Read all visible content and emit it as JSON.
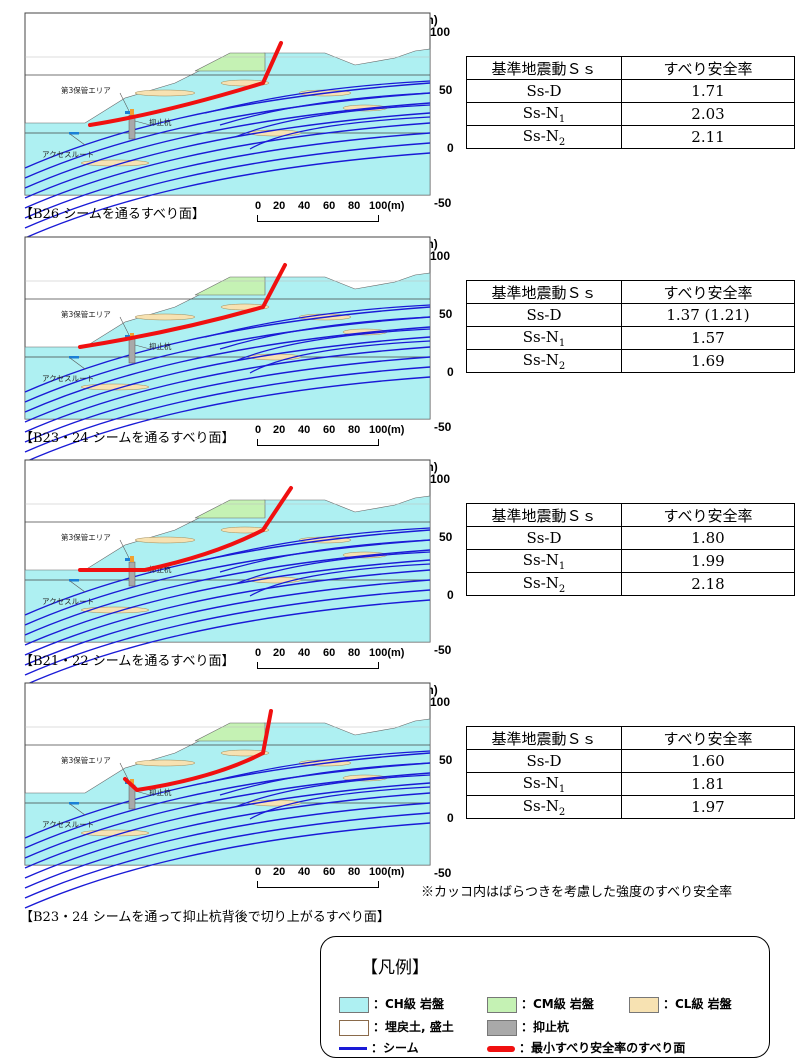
{
  "axis": {
    "unit": "T.P.(m)",
    "ticks": [
      "100",
      "50",
      "0",
      "-50"
    ]
  },
  "scale_bar": {
    "ticks": [
      "0",
      "20",
      "40",
      "60",
      "80",
      "100(m)"
    ]
  },
  "diagram_labels": {
    "area": "第3保管エリア",
    "pile": "抑止杭",
    "route": "アクセスルート"
  },
  "table_header": {
    "col1": "基準地震動Ｓｓ",
    "col2": "すべり安全率"
  },
  "panels": [
    {
      "caption": "【B26 シームを通るすべり面】",
      "rows": [
        {
          "ss": "Ss-D",
          "sub": "",
          "value": "1.71"
        },
        {
          "ss": "Ss-N",
          "sub": "1",
          "value": "2.03"
        },
        {
          "ss": "Ss-N",
          "sub": "2",
          "value": "2.11"
        }
      ]
    },
    {
      "caption": "【B23・24 シームを通るすべり面】",
      "rows": [
        {
          "ss": "Ss-D",
          "sub": "",
          "value": "1.37 (1.21)"
        },
        {
          "ss": "Ss-N",
          "sub": "1",
          "value": "1.57"
        },
        {
          "ss": "Ss-N",
          "sub": "2",
          "value": "1.69"
        }
      ]
    },
    {
      "caption": "【B21・22 シームを通るすべり面】",
      "rows": [
        {
          "ss": "Ss-D",
          "sub": "",
          "value": "1.80"
        },
        {
          "ss": "Ss-N",
          "sub": "1",
          "value": "1.99"
        },
        {
          "ss": "Ss-N",
          "sub": "2",
          "value": "2.18"
        }
      ]
    },
    {
      "caption": "",
      "rows": [
        {
          "ss": "Ss-D",
          "sub": "",
          "value": "1.60"
        },
        {
          "ss": "Ss-N",
          "sub": "1",
          "value": "1.81"
        },
        {
          "ss": "Ss-N",
          "sub": "2",
          "value": "1.97"
        }
      ]
    }
  ],
  "note": "※カッコ内はばらつきを考慮した強度のすべり安全率",
  "caption_last": "【B23・24 シームを通って抑止杭背後で切り上がるすべり面】",
  "legend": {
    "title": "【凡例】",
    "ch": "：CH級 岩盤",
    "cm": "：CM級 岩盤",
    "cl": "：CL級 岩盤",
    "fill": "：埋戻土, 盛土",
    "pile": "：抑止杭",
    "seam": "：シーム",
    "slip": "：最小すべり安全率のすべり面",
    "colors": {
      "ch": "#aef0f2",
      "cm": "#c5f2b4",
      "cl": "#f7e2b2",
      "fill": "#ffffff",
      "pile": "#a9a9a9",
      "seam": "#1a1ad6",
      "slip": "#f01010"
    }
  }
}
